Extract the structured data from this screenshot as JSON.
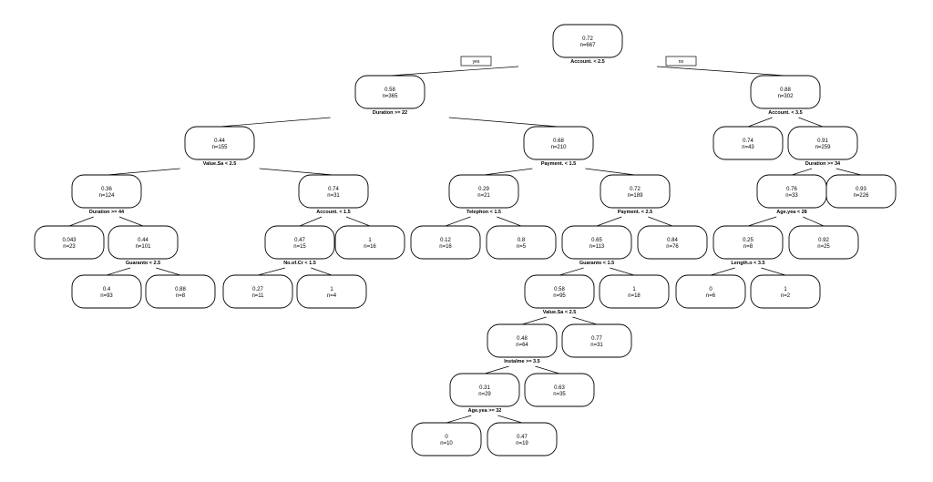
{
  "tree": {
    "branch_labels": {
      "yes": "yes",
      "no": "no"
    },
    "nodes": [
      {
        "id": "root",
        "value": "0.72",
        "n": "n=667",
        "split": "Account. < 2.5"
      },
      {
        "id": "n2",
        "value": "0.58",
        "n": "n=365",
        "split": "Duration >= 22"
      },
      {
        "id": "n3",
        "value": "0.88",
        "n": "n=302",
        "split": "Account. < 3.5"
      },
      {
        "id": "n4",
        "value": "0.44",
        "n": "n=155",
        "split": "Value.Sa < 2.5"
      },
      {
        "id": "n5",
        "value": "0.68",
        "n": "n=210",
        "split": "Payment. < 1.5"
      },
      {
        "id": "n6",
        "value": "0.74",
        "n": "n=43",
        "split": ""
      },
      {
        "id": "n7",
        "value": "0.91",
        "n": "n=259",
        "split": "Duration >= 34"
      },
      {
        "id": "n8",
        "value": "0.36",
        "n": "n=124",
        "split": "Duration >= 44"
      },
      {
        "id": "n9",
        "value": "0.74",
        "n": "n=31",
        "split": "Account. < 1.5"
      },
      {
        "id": "n10",
        "value": "0.29",
        "n": "n=21",
        "split": "Telephon < 1.5"
      },
      {
        "id": "n11",
        "value": "0.72",
        "n": "n=189",
        "split": "Payment. < 2.5"
      },
      {
        "id": "n14",
        "value": "0.76",
        "n": "n=33",
        "split": "Age.yea < 28"
      },
      {
        "id": "n15",
        "value": "0.93",
        "n": "n=226",
        "split": ""
      },
      {
        "id": "n16",
        "value": "0.043",
        "n": "n=23",
        "split": ""
      },
      {
        "id": "n17",
        "value": "0.44",
        "n": "n=101",
        "split": "Guaranto < 2.5"
      },
      {
        "id": "n18",
        "value": "0.47",
        "n": "n=15",
        "split": "No.of.Cr < 1.5"
      },
      {
        "id": "n19",
        "value": "1",
        "n": "n=16",
        "split": ""
      },
      {
        "id": "n20",
        "value": "0.12",
        "n": "n=16",
        "split": ""
      },
      {
        "id": "n21",
        "value": "0.8",
        "n": "n=5",
        "split": ""
      },
      {
        "id": "n22",
        "value": "0.65",
        "n": "n=113",
        "split": "Guaranto < 1.5"
      },
      {
        "id": "n23",
        "value": "0.84",
        "n": "n=76",
        "split": ""
      },
      {
        "id": "n28",
        "value": "0.25",
        "n": "n=8",
        "split": "Length.o < 3.5"
      },
      {
        "id": "n29",
        "value": "0.92",
        "n": "n=25",
        "split": ""
      },
      {
        "id": "n34",
        "value": "0.4",
        "n": "n=93",
        "split": ""
      },
      {
        "id": "n35",
        "value": "0.88",
        "n": "n=8",
        "split": ""
      },
      {
        "id": "n36",
        "value": "0.27",
        "n": "n=11",
        "split": ""
      },
      {
        "id": "n37",
        "value": "1",
        "n": "n=4",
        "split": ""
      },
      {
        "id": "n44",
        "value": "0.58",
        "n": "n=95",
        "split": "Value.Sa < 2.5"
      },
      {
        "id": "n45",
        "value": "1",
        "n": "n=18",
        "split": ""
      },
      {
        "id": "n56",
        "value": "0",
        "n": "n=6",
        "split": ""
      },
      {
        "id": "n57",
        "value": "1",
        "n": "n=2",
        "split": ""
      },
      {
        "id": "n88",
        "value": "0.48",
        "n": "n=64",
        "split": "Instalme >= 3.5"
      },
      {
        "id": "n89",
        "value": "0.77",
        "n": "n=31",
        "split": ""
      },
      {
        "id": "n176",
        "value": "0.31",
        "n": "n=29",
        "split": "Age.yea >= 32"
      },
      {
        "id": "n177",
        "value": "0.63",
        "n": "n=35",
        "split": ""
      },
      {
        "id": "n352",
        "value": "0",
        "n": "n=10",
        "split": ""
      },
      {
        "id": "n353",
        "value": "0.47",
        "n": "n=19",
        "split": ""
      }
    ],
    "edges": [
      [
        "root",
        "n2"
      ],
      [
        "root",
        "n3"
      ],
      [
        "n2",
        "n4"
      ],
      [
        "n2",
        "n5"
      ],
      [
        "n3",
        "n6"
      ],
      [
        "n3",
        "n7"
      ],
      [
        "n4",
        "n8"
      ],
      [
        "n4",
        "n9"
      ],
      [
        "n5",
        "n10"
      ],
      [
        "n5",
        "n11"
      ],
      [
        "n7",
        "n14"
      ],
      [
        "n7",
        "n15"
      ],
      [
        "n8",
        "n16"
      ],
      [
        "n8",
        "n17"
      ],
      [
        "n9",
        "n18"
      ],
      [
        "n9",
        "n19"
      ],
      [
        "n10",
        "n20"
      ],
      [
        "n10",
        "n21"
      ],
      [
        "n11",
        "n22"
      ],
      [
        "n11",
        "n23"
      ],
      [
        "n14",
        "n28"
      ],
      [
        "n14",
        "n29"
      ],
      [
        "n17",
        "n34"
      ],
      [
        "n17",
        "n35"
      ],
      [
        "n18",
        "n36"
      ],
      [
        "n18",
        "n37"
      ],
      [
        "n22",
        "n44"
      ],
      [
        "n22",
        "n45"
      ],
      [
        "n28",
        "n56"
      ],
      [
        "n28",
        "n57"
      ],
      [
        "n44",
        "n88"
      ],
      [
        "n44",
        "n89"
      ],
      [
        "n88",
        "n176"
      ],
      [
        "n88",
        "n177"
      ],
      [
        "n176",
        "n352"
      ],
      [
        "n176",
        "n353"
      ]
    ]
  }
}
